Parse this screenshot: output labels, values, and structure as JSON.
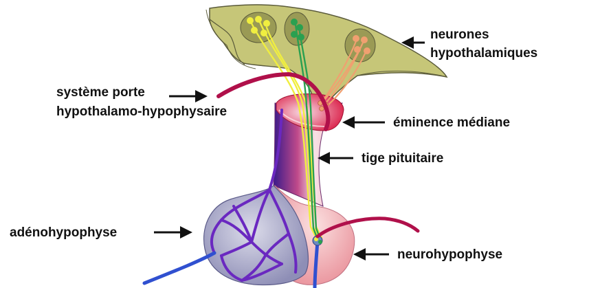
{
  "labels": {
    "neurones_line1": "neurones",
    "neurones_line2": "hypothalamiques",
    "systeme_line1": "système porte",
    "systeme_line2": "hypothalamo-hypophysaire",
    "eminence": "éminence médiane",
    "tige": "tige pituitaire",
    "adeno": "adénohypophyse",
    "neuro": "neurohypophyse"
  },
  "colors": {
    "hypothalamus": "#c8c878",
    "hypothalamus_dark": "#9a9a55",
    "portal_vessel": "#b0104a",
    "adeno_vessel": "#6a28c0",
    "blue_vessel": "#3050d0",
    "pituitary_body": "#b8b8d2",
    "neuro_body": "#f2b6b6",
    "stalk": "#f0c0cc",
    "eminence": "#e02050",
    "axon_yellow": "#f0ee40",
    "axon_green": "#2aa050",
    "axon_orange": "#f0a070",
    "arrow": "#111111"
  }
}
